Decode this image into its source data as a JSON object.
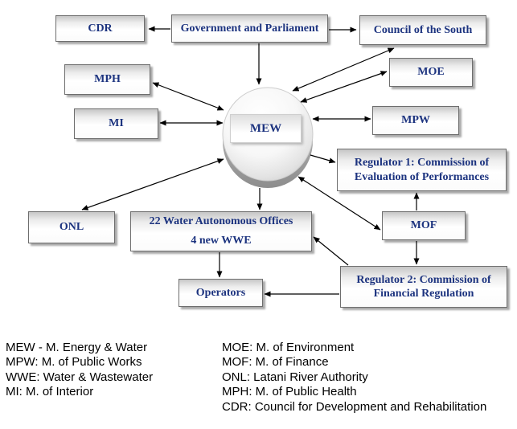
{
  "diagram": {
    "nodes": {
      "cdr": {
        "label": "CDR"
      },
      "government": {
        "label": "Government and Parliament"
      },
      "council": {
        "label": "Council of the South"
      },
      "moe": {
        "label": "MOE"
      },
      "mph": {
        "label": "MPH"
      },
      "mpw": {
        "label": "MPW"
      },
      "mi": {
        "label": "MI"
      },
      "mew": {
        "label": "MEW"
      },
      "reg1": {
        "line1": "Regulator 1: Commission of",
        "line2": "Evaluation of Performances"
      },
      "onl": {
        "label": "ONL"
      },
      "offices": {
        "line1": "22 Water Autonomous Offices",
        "line2": "4 new WWE"
      },
      "mof": {
        "label": "MOF"
      },
      "reg2": {
        "line1": "Regulator 2: Commission of",
        "line2": "Financial Regulation"
      },
      "operators": {
        "label": "Operators"
      }
    },
    "colors": {
      "label_text": "#1c337f",
      "arrow": "#000000",
      "box_border": "#6e6e6e",
      "box_gradient_top": "#c6c6c6",
      "box_gradient_bottom": "#ffffff",
      "shadow": "#a9a9a9"
    }
  },
  "legend": {
    "left": [
      "MEW - M. Energy & Water",
      "MPW: M. of Public Works",
      "WWE: Water & Wastewater",
      "MI: M. of Interior"
    ],
    "right": [
      "MOE: M. of Environment",
      "MOF: M. of Finance",
      "ONL: Latani River Authority",
      "MPH: M. of Public Health",
      "CDR: Council for Development and Rehabilitation"
    ]
  }
}
